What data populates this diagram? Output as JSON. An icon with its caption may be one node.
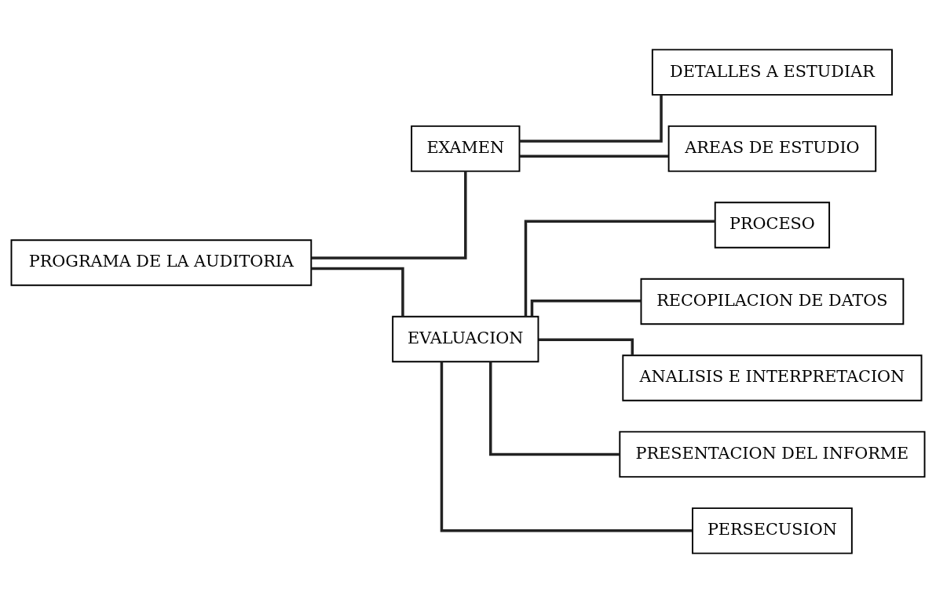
{
  "diagram": {
    "nodes": [
      {
        "text": [
          "PROGRAMA DE LA AUDITORIA"
        ]
      },
      {
        "text": [
          "EXAMEN"
        ]
      },
      {
        "text": [
          "EVALUACION"
        ]
      },
      {
        "text": [
          "DETALLES A ESTUDIAR"
        ]
      },
      {
        "text": [
          "AREAS DE ESTUDIO"
        ]
      },
      {
        "text": [
          "PROCESO"
        ]
      },
      {
        "text": [
          "RECOPILACION DE DATOS"
        ]
      },
      {
        "text": [
          "ANALISIS E INTERPRETACION"
        ]
      },
      {
        "text": [
          "PRESENTACION DEL INFORME"
        ]
      },
      {
        "text": [
          "PERSECUSION"
        ]
      }
    ],
    "edges": [
      {
        "from": 0,
        "to": 1,
        "arrow": "none"
      },
      {
        "from": 0,
        "to": 2,
        "arrow": "none"
      },
      {
        "from": 1,
        "to": 3,
        "arrow": "none"
      },
      {
        "from": 1,
        "to": 4,
        "arrow": "none"
      },
      {
        "from": 2,
        "to": 5,
        "arrow": "none"
      },
      {
        "from": 2,
        "to": 6,
        "arrow": "none"
      },
      {
        "from": 2,
        "to": 7,
        "arrow": "none"
      },
      {
        "from": 2,
        "to": 8,
        "arrow": "none"
      },
      {
        "from": 2,
        "to": 9,
        "arrow": "none"
      }
    ]
  }
}
